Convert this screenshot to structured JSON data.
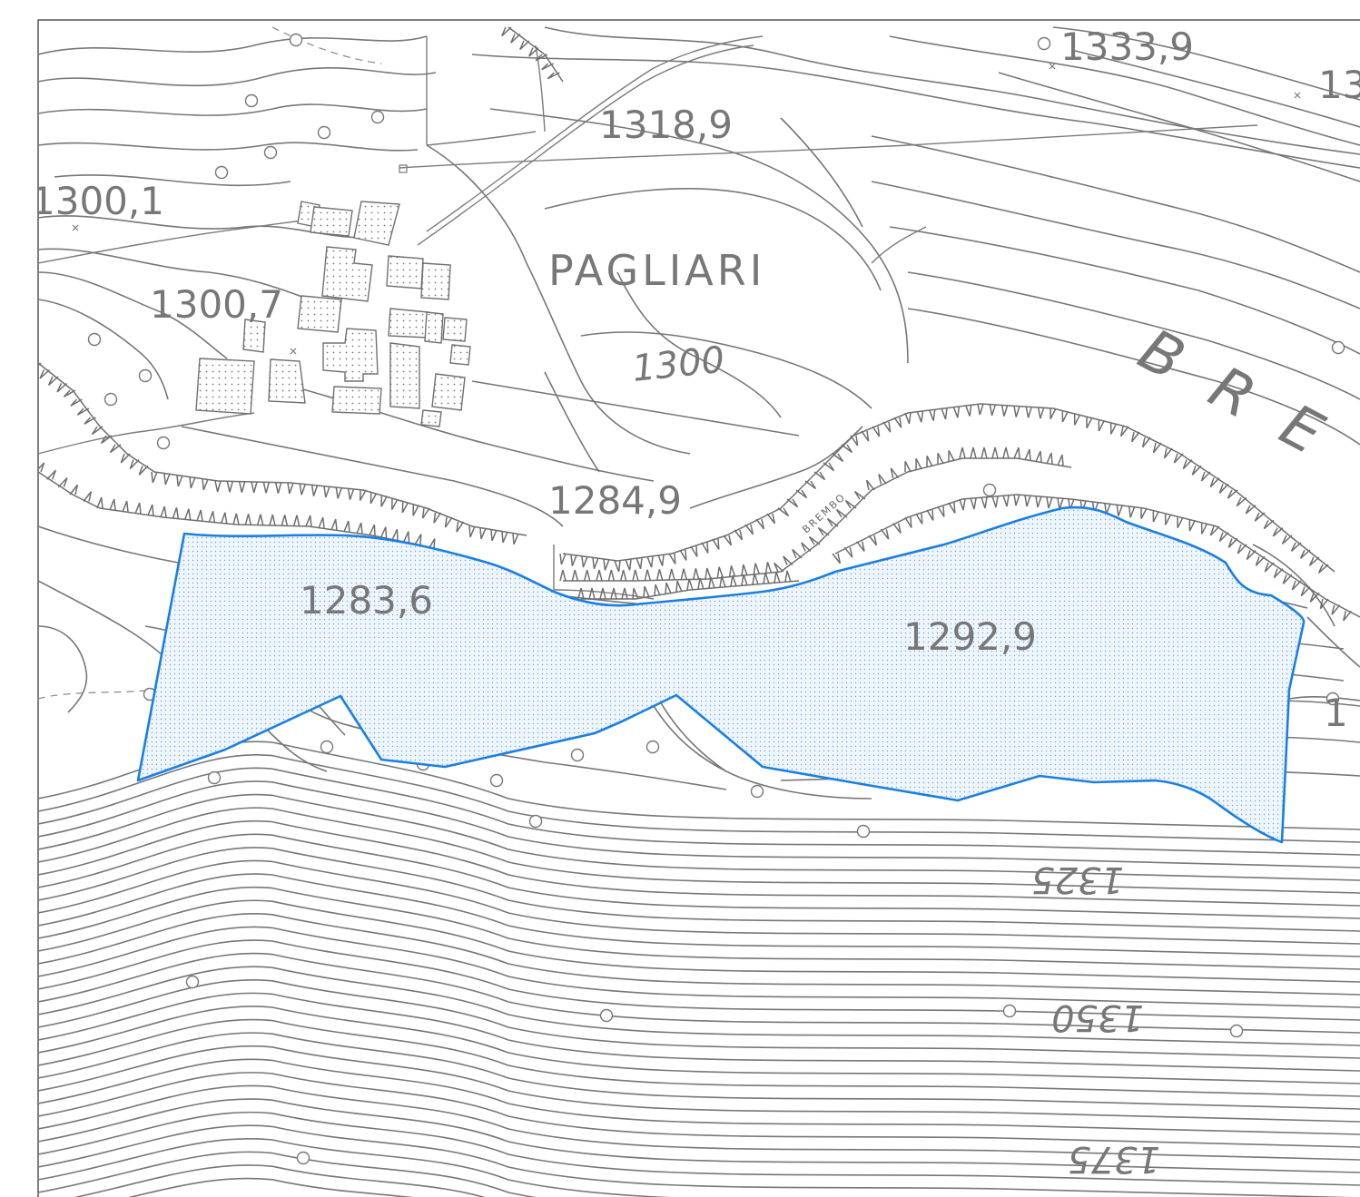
{
  "map": {
    "place_label": "PAGLIARI",
    "river_label_major": "BRE",
    "river_label_minor": "BREMBO",
    "spot_heights": [
      {
        "id": "h1333",
        "value": "1333,9"
      },
      {
        "id": "h1318",
        "value": "1318,9"
      },
      {
        "id": "h1300a",
        "value": "1300,1"
      },
      {
        "id": "h1300b",
        "value": "1300,7"
      },
      {
        "id": "h1284",
        "value": "1284,9"
      },
      {
        "id": "h1283",
        "value": "1283,6"
      },
      {
        "id": "h1292",
        "value": "1292,9"
      }
    ],
    "contour_labels": [
      {
        "id": "c1300",
        "value": "1300"
      },
      {
        "id": "c1325",
        "value": "1325"
      },
      {
        "id": "c1350",
        "value": "1350"
      },
      {
        "id": "c1375",
        "value": "1375"
      }
    ],
    "edge_fragments": {
      "right_top": "13",
      "right_mid": "1"
    },
    "colors": {
      "contour": "#777777",
      "highlight_area": "#1a7fe6",
      "background": "#ffffff"
    }
  }
}
